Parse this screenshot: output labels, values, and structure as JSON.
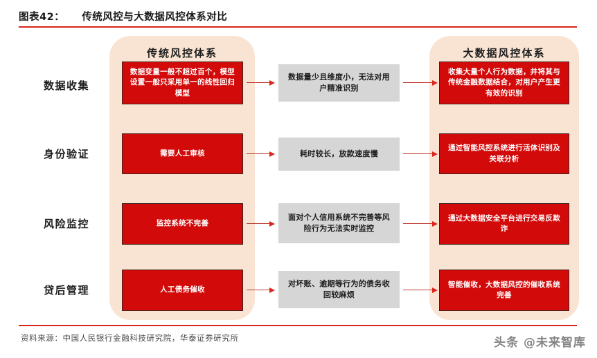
{
  "header": {
    "figure_label": "图表42：",
    "title": "传统风控与大数据风控体系对比",
    "accent_color": "#d9261c"
  },
  "columns": {
    "traditional_header": "传统风控体系",
    "bigdata_header": "大数据风控体系",
    "panel_color": "#f9e4d4",
    "red_box_color": "#d20a0a",
    "gray_box_color": "#d6d6d6"
  },
  "rows": [
    {
      "label": "数据收集",
      "traditional": "数据变量一般不超过百个，模型设置一般只采用单一的线性回归模型",
      "consequence": "数据量少且维度小，无法对用户精准识别",
      "bigdata": "收集大量个人行为数据，并将其与传统金融数据结合，对用户产生更有效的识别"
    },
    {
      "label": "身份验证",
      "traditional": "需要人工审核",
      "consequence": "耗时较长，放款速度慢",
      "bigdata": "通过智能风控系统进行活体识别及关联分析"
    },
    {
      "label": "风险监控",
      "traditional": "监控系统不完善",
      "consequence": "面对个人信用系统不完善等风险行为无法实时监控",
      "bigdata": "通过大数据安全平台进行交易反欺诈"
    },
    {
      "label": "贷后管理",
      "traditional": "人工债务催收",
      "consequence": "对坏账、逾期等行为的债务收回较麻烦",
      "bigdata": "智能催收，大数据风控的催收系统完善"
    }
  ],
  "footer": {
    "source": "资料来源：中国人民银行金融科技研究院，华泰证券研究所",
    "watermark": "头条 @未来智库"
  }
}
